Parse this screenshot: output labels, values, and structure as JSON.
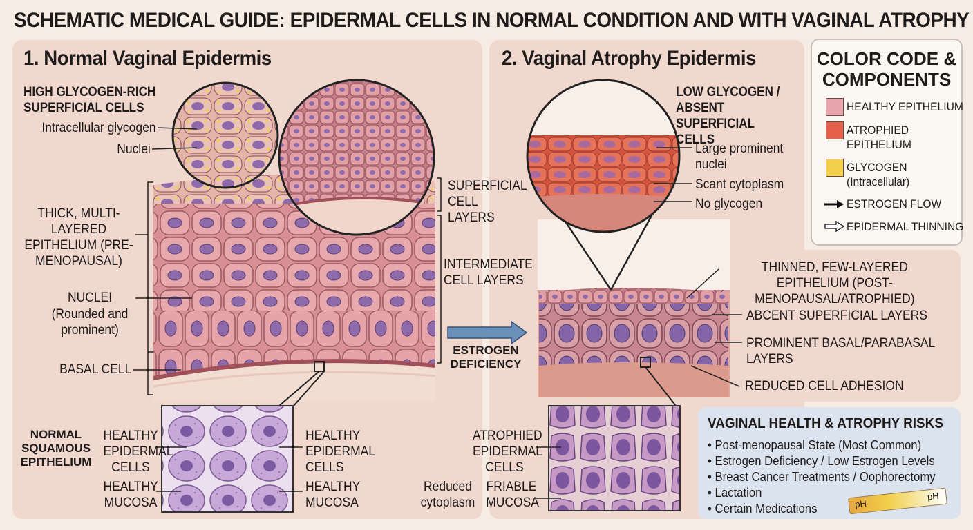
{
  "title": "SCHEMATIC MEDICAL GUIDE: EPIDERMAL CELLS IN NORMAL CONDITION AND WITH VAGINAL ATROPHY",
  "normal": {
    "title": "1. Normal Vaginal Epidermis",
    "magnifier_heading": "HIGH GLYCOGEN-RICH SUPERFICIAL CELLS",
    "intracellular_glycogen": "Intracellular glycogen",
    "nuclei_small": "Nuclei",
    "superficial_layers": "SUPERFICIAL CELL LAYERS",
    "thick_epithelium": "THICK, MULTI-LAYERED EPITHELIUM (PRE-MENOPAUSAL)",
    "intermediate_layers": "INTERMEDIATE CELL LAYERS",
    "nuclei": "NUCLEI",
    "nuclei_note": "(Rounded and prominent)",
    "basal_cell": "BASAL CELL",
    "squamous": "NORMAL SQUAMOUS EPITHELIUM",
    "healthy_epidermal_left": "HEALTHY EPIDERMAL CELLS",
    "healthy_epidermal_right": "HEALTHY EPIDERMAL CELLS",
    "healthy_mucosa_left": "HEALTHY MUCOSA",
    "healthy_mucosa_right": "HEALTHY MUCOSA"
  },
  "transition": {
    "label": "ESTROGEN DEFICIENCY"
  },
  "atrophy": {
    "title": "2. Vaginal Atrophy Epidermis",
    "magnifier_heading": "LOW GLYCOGEN / ABSENT SUPERFICIAL CELLS",
    "large_nuclei": "Large prominent nuclei",
    "scant_cytoplasm": "Scant cytoplasm",
    "no_glycogen": "No glycogen",
    "thinned": "THINNED, FEW-LAYERED EPITHELIUM (POST-MENOPAUSAL/ATROPHIED)",
    "absent_superficial": "ABCENT SUPERFICIAL LAYERS",
    "prominent_basal": "PROMINENT BASAL/PARABASAL LAYERS",
    "reduced_adhesion": "REDUCED CELL ADHESION",
    "atrophied_cells": "ATROPHIED EPIDERMAL CELLS",
    "reduced_cytoplasm": "Reduced cytoplasm",
    "friable_mucosa": "FRIABLE MUCOSA"
  },
  "legend": {
    "title": "COLOR CODE & COMPONENTS",
    "items": [
      {
        "label": "HEALTHY EPITHELIUM",
        "color": "#e8a4ac"
      },
      {
        "label": "ATROPHIED EPITHELIUM",
        "color": "#e4604a"
      },
      {
        "label": "GLYCOGEN (Intracellular)",
        "color": "#f2cf4a"
      }
    ],
    "estrogen_flow": "ESTROGEN FLOW",
    "thinning": "EPIDERMAL THINNING"
  },
  "risks": {
    "title": "VAGINAL HEALTH & ATROPHY RISKS",
    "items": [
      "Post-menopausal State (Most Common)",
      "Estrogen Deficiency / Low Estrogen Levels",
      "Breast Cancer Treatments / Oophorectomy",
      "Lactation",
      "Certain Medications"
    ],
    "ph_left": "pH",
    "ph_right": "pH"
  },
  "colors": {
    "healthy_cell": "#e8a4ac",
    "atrophied_cell": "#e4604a",
    "glycogen": "#f2cf4a",
    "nucleus": "#8a6fb0",
    "mucosa": "#c8a8d8"
  }
}
